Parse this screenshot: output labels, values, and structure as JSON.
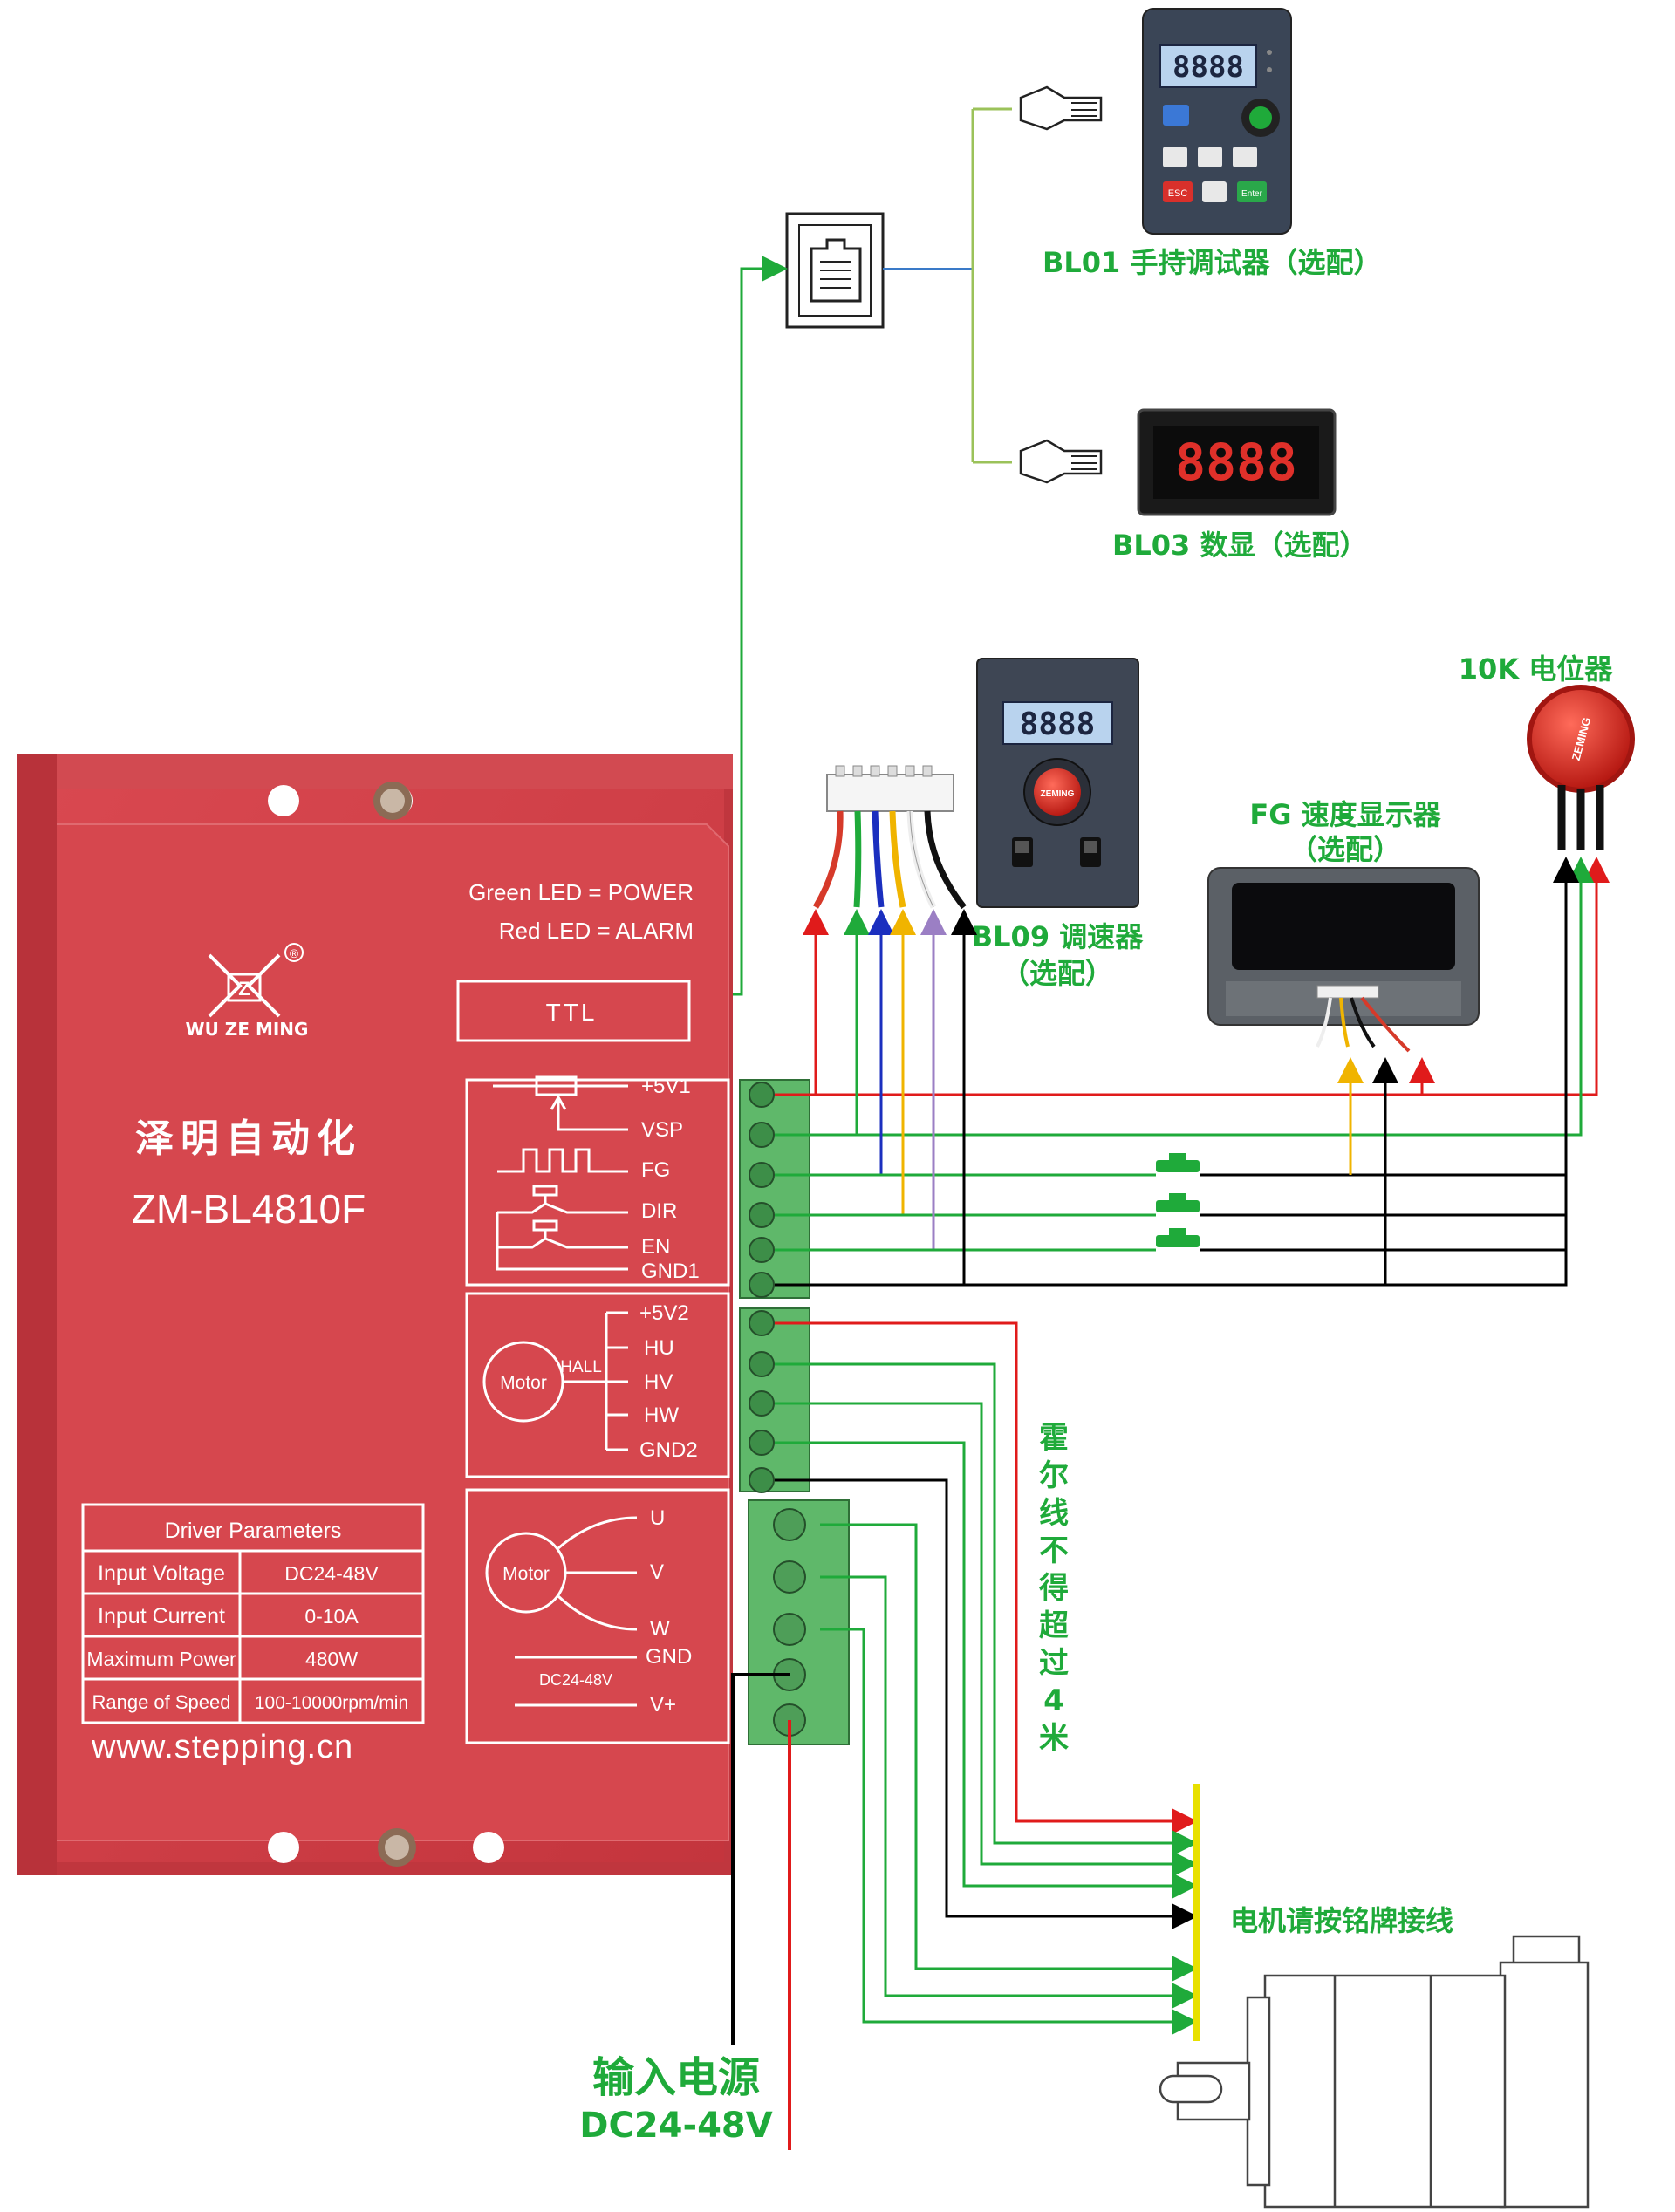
{
  "driver": {
    "brand_mark": "Z",
    "registered": "®",
    "brand_name": "WU ZE MING",
    "company": "泽明自动化",
    "model": "ZM-BL4810F",
    "led_green": "Green LED = POWER",
    "led_red": "Red LED = ALARM",
    "ttl": "TTL",
    "signal_pins": [
      "+5V1",
      "VSP",
      "FG",
      "DIR",
      "EN",
      "GND1"
    ],
    "hall_pins": [
      "+5V2",
      "HU",
      "HV",
      "HW",
      "GND2"
    ],
    "hall_label": "HALL",
    "motor_label": "Motor",
    "power_pins": [
      "U",
      "V",
      "W",
      "GND",
      "V+"
    ],
    "power_range": "DC24-48V",
    "params_title": "Driver Parameters",
    "params": [
      {
        "name": "Input Voltage",
        "value": "DC24-48V"
      },
      {
        "name": "Input Current",
        "value": "0-10A"
      },
      {
        "name": "Maximum Power",
        "value": "480W"
      },
      {
        "name": "Range of Speed",
        "value": "100-10000rpm/min"
      }
    ],
    "website": "www.stepping.cn"
  },
  "accessories": {
    "bl01_label": "BL01 手持调试器（选配）",
    "bl01_display": "8888",
    "bl01_esc": "ESC",
    "bl01_enter": "Enter",
    "bl03_label": "BL03 数显（选配）",
    "bl03_display": "8888",
    "bl09_label_1": "BL09 调速器",
    "bl09_label_2": "（选配）",
    "bl09_display": "8888",
    "bl09_knob": "ZEMING",
    "fg_label_1": "FG 速度显示器",
    "fg_label_2": "（选配）",
    "pot_label": "10K 电位器",
    "pot_text": "ZEMING"
  },
  "notes": {
    "hall_warning": "霍尔线不得超过4米",
    "motor_note": "电机请按铭牌接线",
    "power_input_1": "输入电源",
    "power_input_2": "DC24-48V"
  },
  "colors": {
    "driver_red": "#d2434a",
    "terminal_green": "#5fb86a",
    "caption_green": "#1faa3a",
    "wire_red": "#e01b1b",
    "wire_green": "#1faa3a",
    "wire_black": "#000000",
    "wire_blue": "#1b2fbf",
    "wire_yellow": "#f0b400",
    "wire_purple": "#9b7fc4"
  }
}
